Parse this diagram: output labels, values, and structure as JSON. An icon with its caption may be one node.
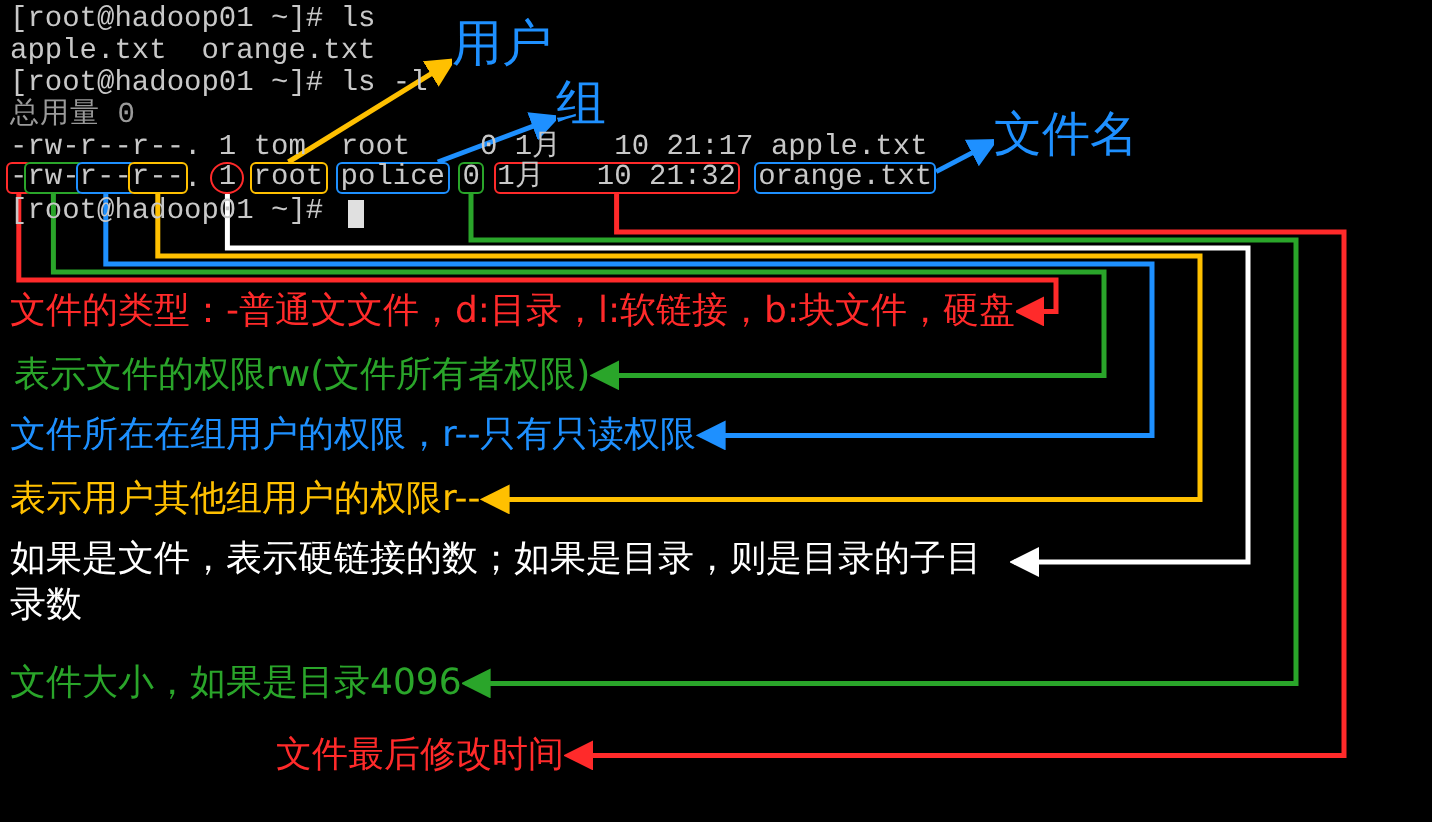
{
  "diagram": {
    "nodes": [
      {
        "text": [
          "-"
        ]
      },
      {
        "text": [
          "rw-"
        ]
      },
      {
        "text": [
          "r--"
        ]
      },
      {
        "text": [
          "r--"
        ]
      },
      {
        "text": [
          "1"
        ]
      },
      {
        "text": [
          "root"
        ]
      },
      {
        "text": [
          "police"
        ]
      },
      {
        "text": [
          "0"
        ]
      },
      {
        "text": [
          "1月   10 21:32"
        ]
      },
      {
        "text": [
          "orange.txt"
        ]
      },
      {
        "text": [
          "用户"
        ]
      },
      {
        "text": [
          "组"
        ]
      },
      {
        "text": [
          "文件名"
        ]
      },
      {
        "text": [
          "文件的类型：-普通文文件，d:目录，l:软链接，b:块文件，硬盘"
        ]
      },
      {
        "text": [
          "表示文件的权限rw(文件所有者权限)"
        ]
      },
      {
        "text": [
          "文件所在在组用户的权限，r--只有只读权限"
        ]
      },
      {
        "text": [
          "表示用户其他组用户的权限r--"
        ]
      },
      {
        "text": [
          "如果是文件，表示硬链接的数；如果是目录，则是目录的子目录数"
        ]
      },
      {
        "text": [
          "文件大小，如果是目录4096"
        ]
      },
      {
        "text": [
          "文件最后修改时间"
        ]
      }
    ],
    "edges": [
      {
        "from": 5,
        "to": 10,
        "arrow": "to",
        "color": "#ffc000"
      },
      {
        "from": 6,
        "to": 11,
        "arrow": "to"
      },
      {
        "from": 9,
        "to": 12,
        "arrow": "to"
      },
      {
        "from": 0,
        "to": 13,
        "arrow": "to",
        "color": "#ff2a2a"
      },
      {
        "from": 1,
        "to": 14,
        "arrow": "to",
        "color": "#2aa52a"
      },
      {
        "from": 2,
        "to": 15,
        "arrow": "to"
      },
      {
        "from": 3,
        "to": 16,
        "arrow": "to",
        "color": "#ffc000"
      },
      {
        "from": 4,
        "to": 17,
        "arrow": "to",
        "color": "#ffffff"
      },
      {
        "from": 7,
        "to": 18,
        "arrow": "to",
        "color": "#2aa52a"
      },
      {
        "from": 8,
        "to": 19,
        "arrow": "to",
        "color": "#ff2a2a"
      }
    ],
    "labels": [
      "[root@hadoop01 ~]# ls",
      "apple.txt  orange.txt",
      "[root@hadoop01 ~]# ls -l",
      "总用量 0",
      "-rw-r--r--. 1 tom  root    0 1月   10 21:17 apple.txt",
      ".",
      "[root@hadoop01 ~]#"
    ]
  }
}
